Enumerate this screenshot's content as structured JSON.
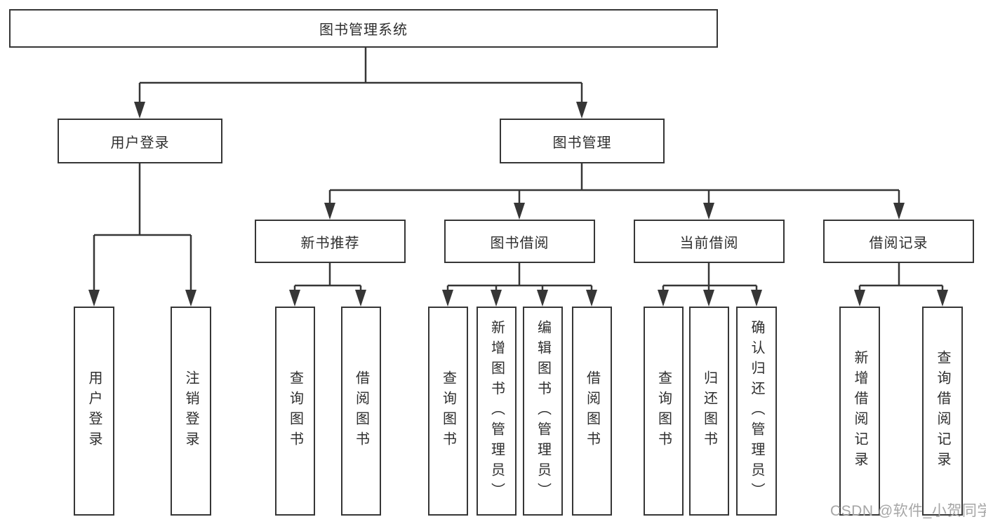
{
  "diagram_type": "hierarchy-tree",
  "colors": {
    "line": "#363636",
    "text": "#2e2e2e",
    "box_background": "#ffffff",
    "watermark": "#a6a6a6",
    "background": "#ffffff"
  },
  "tree": {
    "root": {
      "label": "图书管理系统"
    },
    "children": [
      {
        "label": "用户登录",
        "children": [
          {
            "label": "用户登录"
          },
          {
            "label": "注销登录"
          }
        ]
      },
      {
        "label": "图书管理",
        "children": [
          {
            "label": "新书推荐",
            "children": [
              {
                "label": "查询图书"
              },
              {
                "label": "借阅图书"
              }
            ]
          },
          {
            "label": "图书借阅",
            "children": [
              {
                "label": "查询图书"
              },
              {
                "label": "新增图书（管理员）"
              },
              {
                "label": "编辑图书（管理员）"
              },
              {
                "label": "借阅图书"
              }
            ]
          },
          {
            "label": "当前借阅",
            "children": [
              {
                "label": "查询图书"
              },
              {
                "label": "归还图书"
              },
              {
                "label": "确认归还（管理员）"
              }
            ]
          },
          {
            "label": "借阅记录",
            "children": [
              {
                "label": "新增借阅记录"
              },
              {
                "label": "查询借阅记录"
              }
            ]
          }
        ]
      }
    ]
  },
  "watermark": "CSDN @软件_小贺同学"
}
